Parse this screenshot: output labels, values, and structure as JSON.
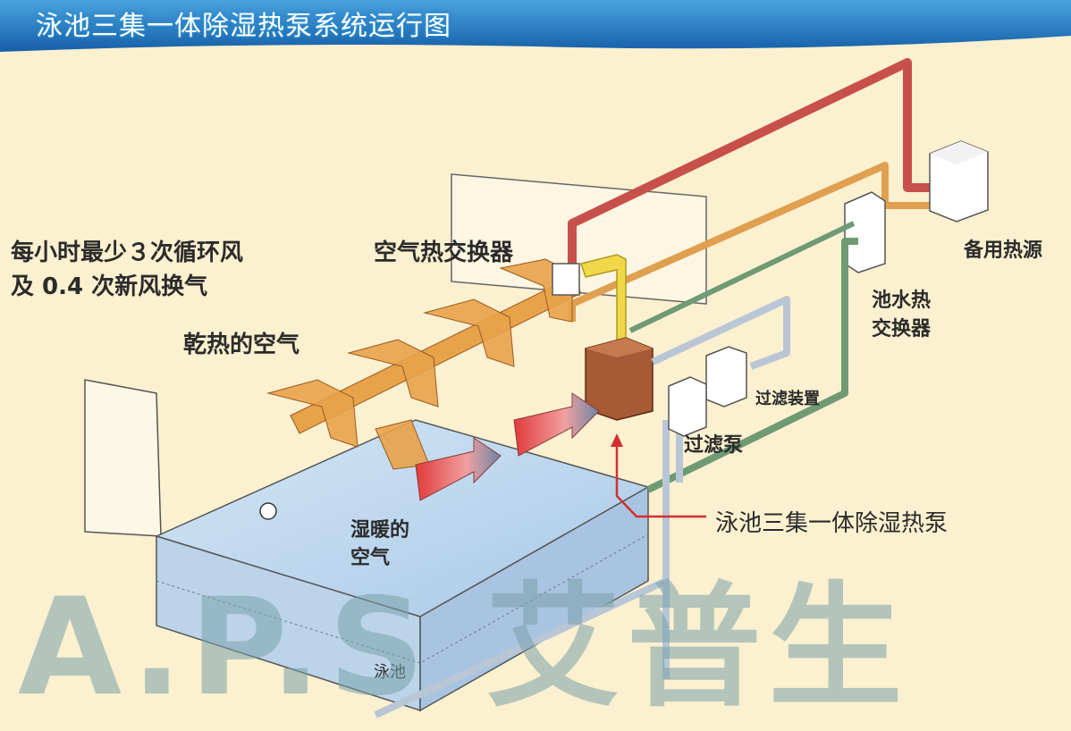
{
  "header": {
    "title": "泳池三集一体除湿热泵系统运行图"
  },
  "labels": {
    "circulation_line1": "每小时最少３次循环风",
    "circulation_line2": "及 0.4 次新风换气",
    "air_heat_exchanger": "空气热交换器",
    "dry_hot_air": "乾热的空气",
    "wet_warm_air_line1": "湿暖的",
    "wet_warm_air_line2": "空气",
    "filter_device": "过滤装置",
    "filter": "过滤泵",
    "backup_heat_source": "备用热源",
    "pool_water_hx_line1": "池水热",
    "pool_water_hx_line2": "交换器",
    "heat_pump": "泳池三集一体除湿热泵",
    "pool": "泳池"
  },
  "watermark": {
    "text": "A.P.S 艾普生"
  },
  "colors": {
    "background": "#fbf0cf",
    "header_blue": "#1f6fb8",
    "hot_pipe": "#c8504a",
    "warm_pipe": "#e0a050",
    "cool_pipe": "#6f9a74",
    "water_pipe": "#b9c6d6",
    "duct": "#e8a24a",
    "pool_water": "#bcd7ee",
    "pump_box": "#a85a36",
    "yellow_duct": "#f0d84a"
  }
}
